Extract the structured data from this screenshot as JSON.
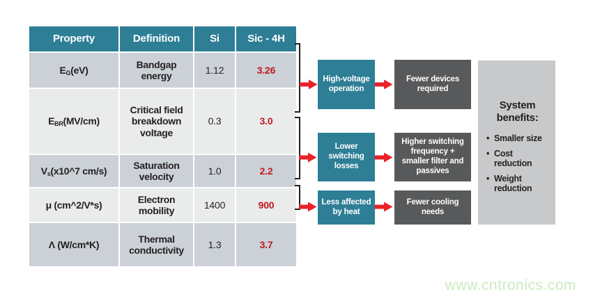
{
  "colors": {
    "teal": "#2e7e96",
    "graybox": "#58595b",
    "rowdark": "#ccd1d8",
    "rowlight": "#e9eceb",
    "benefits": "#c8c9cb",
    "red": "#ea2128",
    "redtext": "#c0181f",
    "ink": "#231f20",
    "watermark": "#cbe9bf"
  },
  "icons": {
    "arrow": "red-right-arrow",
    "bracket": "square-grouping-bracket"
  },
  "table": {
    "headers": [
      "Property",
      "Definition",
      "Si",
      "Sic - 4H"
    ],
    "rows": [
      {
        "property": {
          "pre": "E",
          "sub": "G",
          "post": " (eV)"
        },
        "definition": "Bandgap energy",
        "si": "1.12",
        "sic4h": "3.26"
      },
      {
        "property": {
          "pre": "E",
          "sub": "BR",
          "post": " (MV/cm)"
        },
        "definition": "Critical field breakdown voltage",
        "si": "0.3",
        "sic4h": "3.0"
      },
      {
        "property": {
          "pre": "V",
          "sub": "s",
          "post": " (x10^7 cm/s)"
        },
        "definition": "Saturation velocity",
        "si": "1.0",
        "sic4h": "2.2"
      },
      {
        "property": {
          "pre": "μ (cm^2/V*s)",
          "sub": "",
          "post": ""
        },
        "definition": "Electron mobility",
        "si": "1400",
        "sic4h": "900"
      },
      {
        "property": {
          "pre": "Λ (W/cm*K)",
          "sub": "",
          "post": ""
        },
        "definition": "Thermal conductivity",
        "si": "1.3",
        "sic4h": "3.7"
      }
    ]
  },
  "flow": {
    "groups": [
      {
        "cause": "High-voltage operation",
        "effect": "Fewer devices required"
      },
      {
        "cause": "Lower switching losses",
        "effect": "Higher switching frequency + smaller filter and passives"
      },
      {
        "cause": "Less affected by heat",
        "effect": "Fewer cooling needs"
      }
    ]
  },
  "benefits": {
    "title": "System benefits:",
    "items": [
      "Smaller size",
      "Cost reduction",
      "Weight reduction"
    ]
  },
  "watermark": "www.cntronics.com"
}
